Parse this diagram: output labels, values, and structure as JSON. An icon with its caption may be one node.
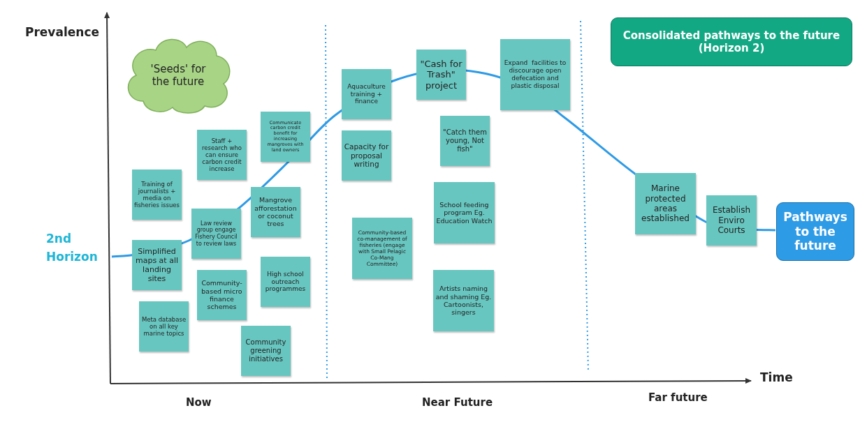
{
  "diagram": {
    "nodes": [
      {
        "text": [
          "'Seeds' for the future"
        ]
      },
      {
        "text": [
          "Consolidated pathways to the future (Horizon 2)"
        ]
      },
      {
        "text": [
          "Training of journalists + media on fisheries issues"
        ]
      },
      {
        "text": [
          "Staff + research who can ensure carbon credit increase"
        ]
      },
      {
        "text": [
          "Communicate carbon credit benefit for increasing mangroves with land owners"
        ]
      },
      {
        "text": [
          "Law review group engage Fishery Council to review laws"
        ]
      },
      {
        "text": [
          "Mangrove afforestation or coconut trees"
        ]
      },
      {
        "text": [
          "Simplified maps at all landing sites"
        ]
      },
      {
        "text": [
          "Community-based micro finance schemes"
        ]
      },
      {
        "text": [
          "High school outreach programmes"
        ]
      },
      {
        "text": [
          "Meta database on all key marine topics"
        ]
      },
      {
        "text": [
          "Community greening initiatives"
        ]
      },
      {
        "text": [
          "Aquaculture training + finance"
        ]
      },
      {
        "text": [
          "\"Cash for Trash\" project"
        ]
      },
      {
        "text": [
          "Expand  facilities to discourage open defecation and plastic disposal"
        ]
      },
      {
        "text": [
          "Capacity for proposal writing"
        ]
      },
      {
        "text": [
          "\"Catch them young, Not fish\""
        ]
      },
      {
        "text": [
          "School feeding program Eg. Education Watch"
        ]
      },
      {
        "text": [
          "Community-based co-management of fisheries (engage with Small Pelagic Co-Mang Committee)"
        ]
      },
      {
        "text": [
          "Artists naming and shaming Eg. Cartoonists, singers"
        ]
      },
      {
        "text": [
          "Marine protected areas established"
        ]
      },
      {
        "text": [
          "Establish Enviro Courts"
        ]
      },
      {
        "text": [
          "Pathways to the future"
        ]
      }
    ],
    "labels": [
      "Prevalence",
      "2nd Horizon",
      "Time",
      "Now",
      "Near Future",
      "Far future"
    ]
  }
}
